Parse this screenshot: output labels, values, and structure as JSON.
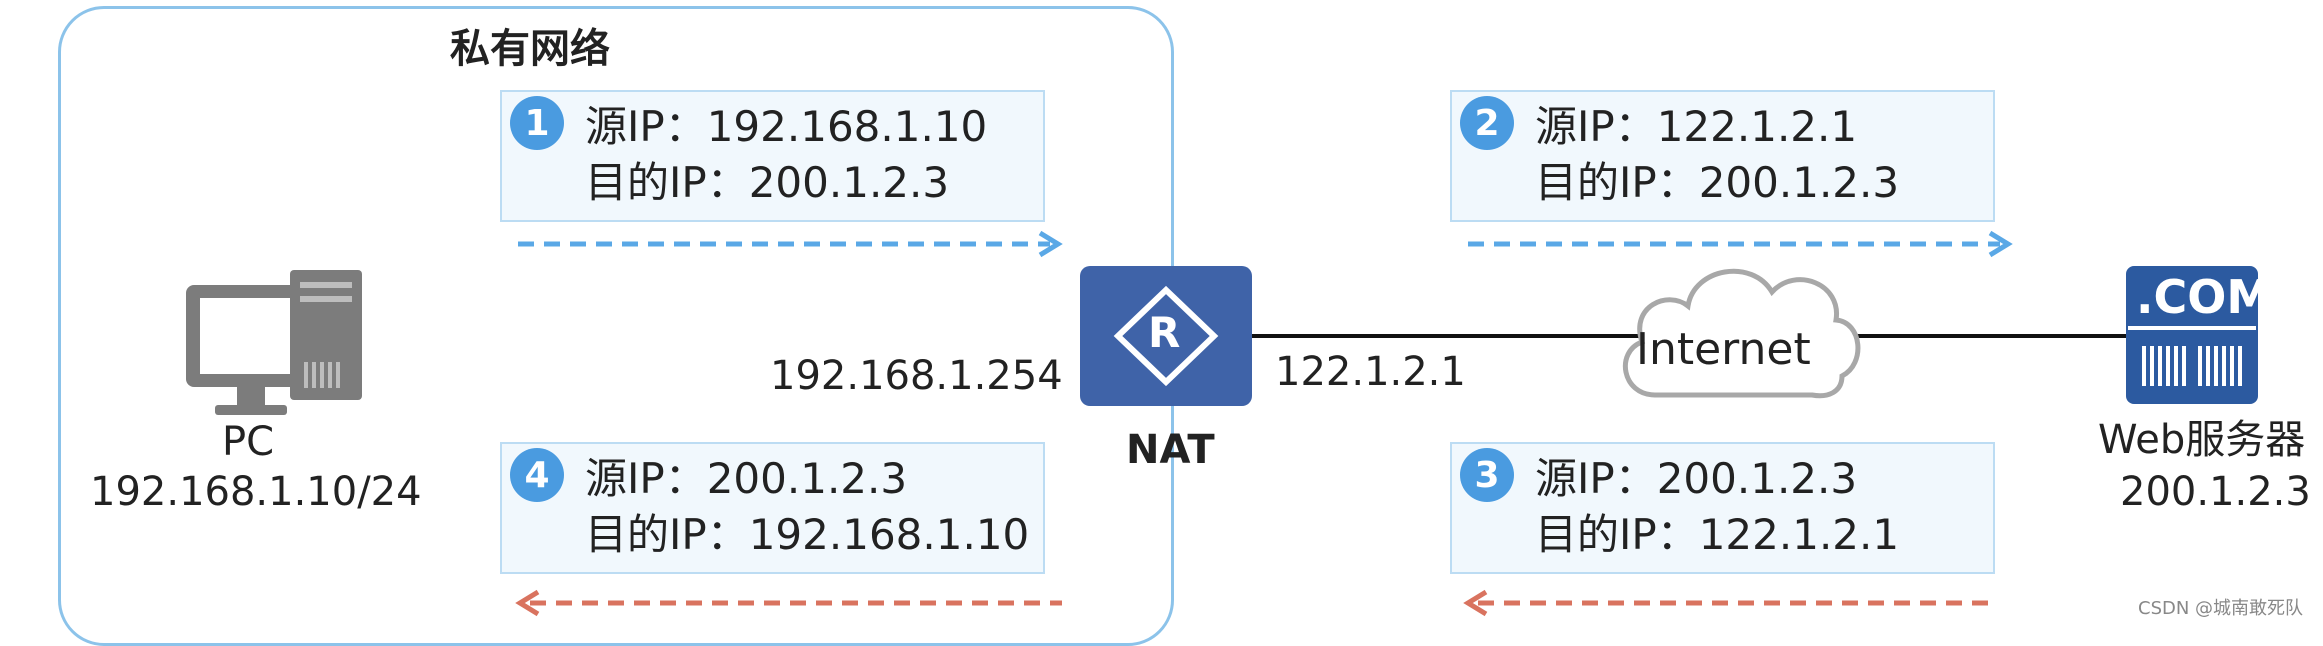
{
  "private_network": {
    "title": "私有网络"
  },
  "packets": [
    {
      "step": "1",
      "src": "源IP：192.168.1.10",
      "dst": "目的IP：200.1.2.3"
    },
    {
      "step": "2",
      "src": "源IP：122.1.2.1",
      "dst": "目的IP：200.1.2.3"
    },
    {
      "step": "3",
      "src": "源IP：200.1.2.3",
      "dst": "目的IP：122.1.2.1"
    },
    {
      "step": "4",
      "src": "源IP：200.1.2.3",
      "dst": "目的IP：192.168.1.10"
    }
  ],
  "pc": {
    "name": "PC",
    "ip": "192.168.1.10/24"
  },
  "nat": {
    "name": "NAT",
    "router_letter": "R",
    "inside_ip": "192.168.1.254",
    "outside_ip": "122.1.2.1"
  },
  "internet": {
    "label": "Internet"
  },
  "server": {
    "badge": ".COM",
    "name": "Web服务器",
    "ip": "200.1.2.3"
  },
  "watermark": "CSDN @城南敢死队",
  "colors": {
    "frame": "#8cc3ea",
    "outbound_arrow": "#5aa8e6",
    "return_arrow": "#d9735f",
    "badge": "#4a9be0",
    "router": "#3f63a8",
    "server": "#2c5aa0"
  }
}
